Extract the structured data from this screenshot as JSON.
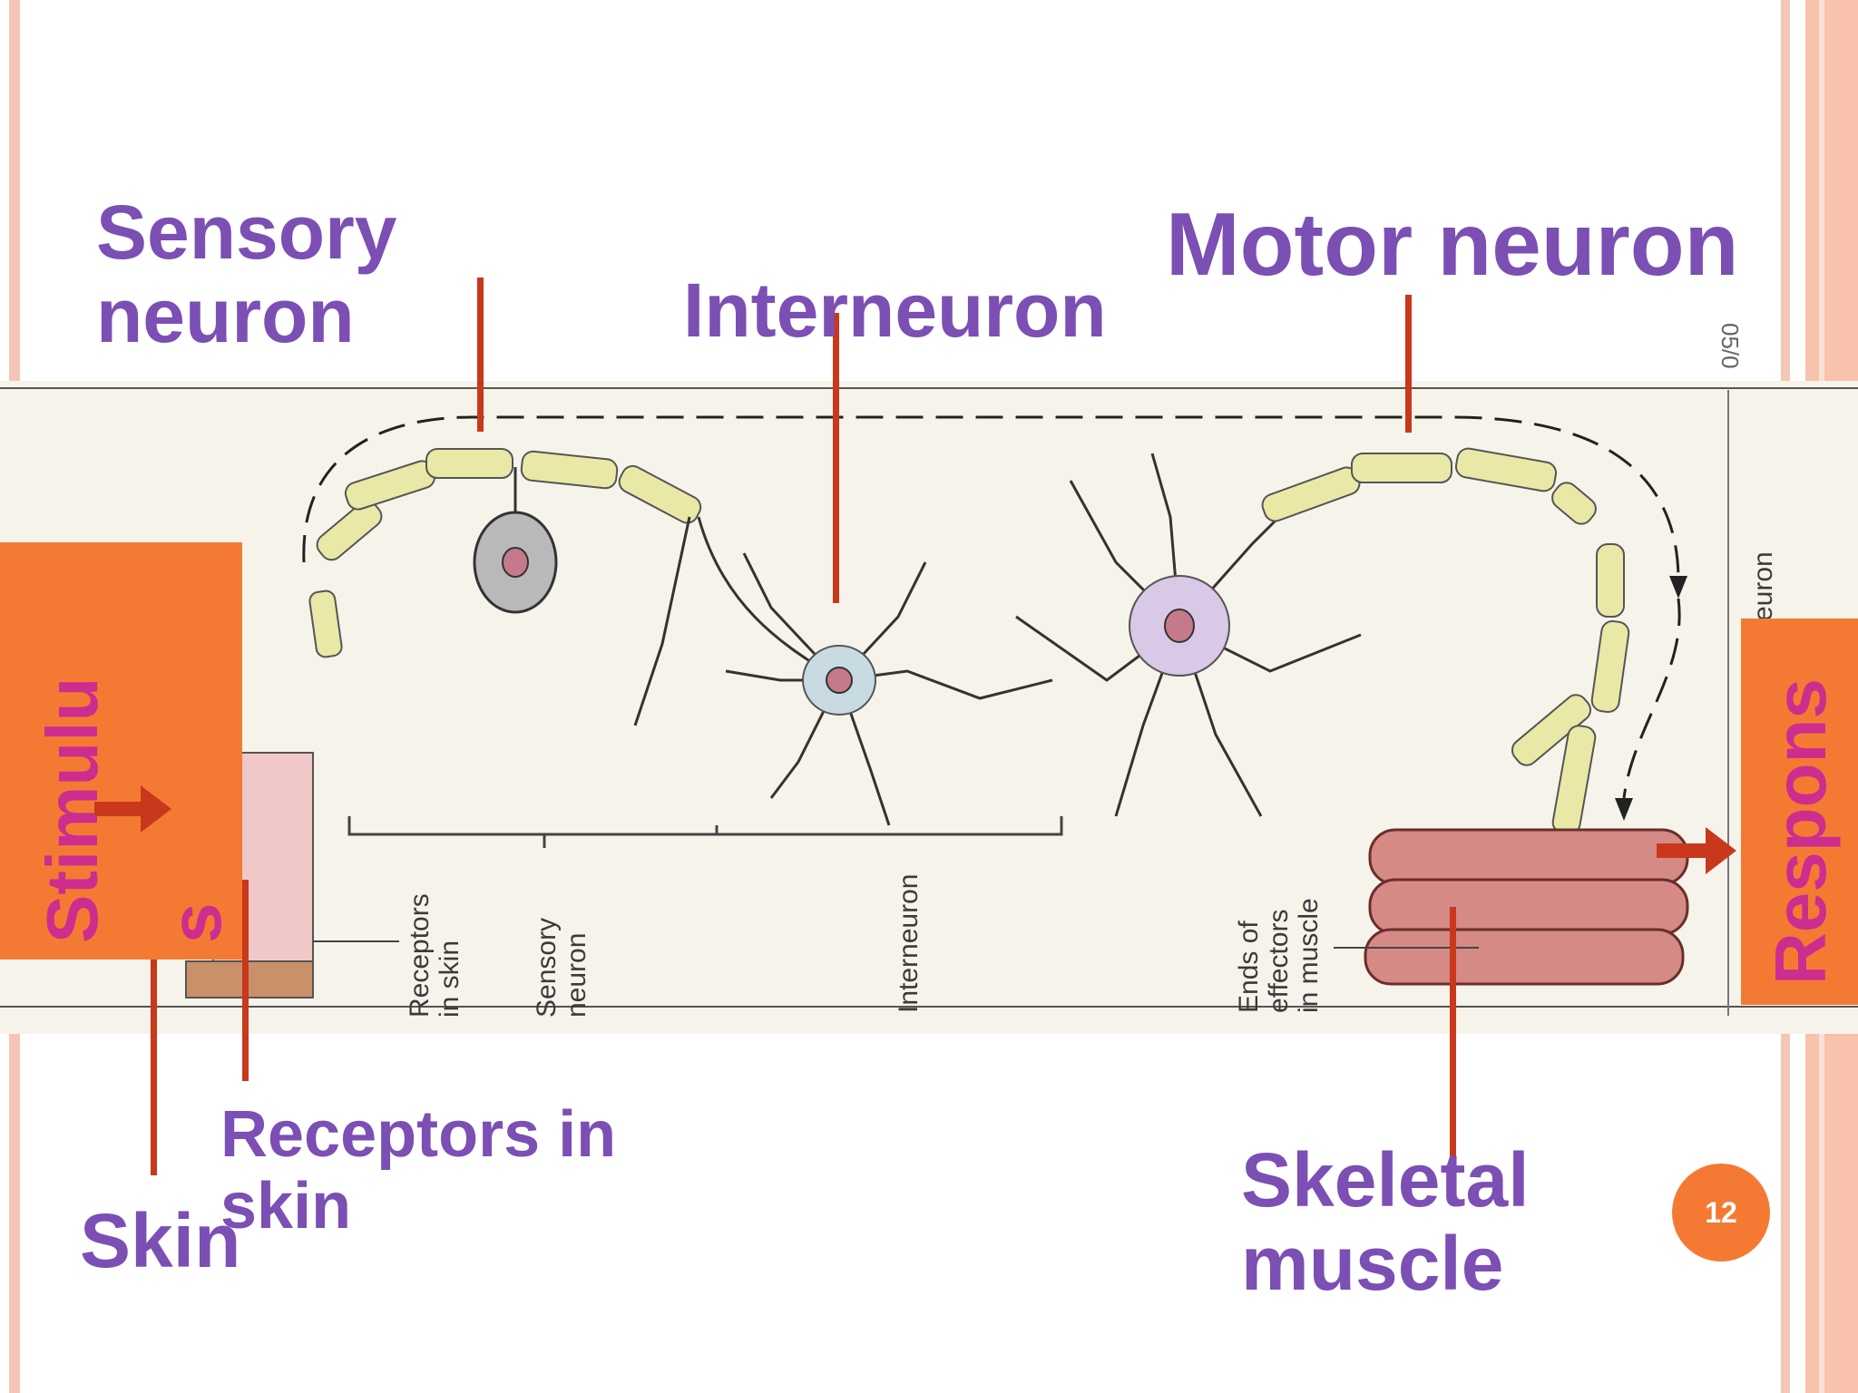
{
  "labels": {
    "sensory_neuron": "Sensory\nneuron",
    "interneuron": "Interneuron",
    "motor_neuron": "Motor neuron",
    "receptors_in_skin": "Receptors in\nskin",
    "skin": "Skin",
    "skeletal_muscle": "Skeletal\nmuscle"
  },
  "boxes": {
    "stimulus_line1": "Stimulu",
    "stimulus_line2": "s",
    "response": "Respons"
  },
  "figure_labels": {
    "receptors_in_skin": [
      "Receptors",
      "in skin"
    ],
    "sensory_neuron": [
      "Sensory",
      "neuron"
    ],
    "interneuron": "Interneuron",
    "ends_of_effectors": [
      "Ends of",
      "effectors",
      "in muscle"
    ],
    "motor_neuron_partial": "euron"
  },
  "slide": {
    "number": "12",
    "date_fragment": "05/0"
  },
  "colors": {
    "label_purple": "#7b4fb3",
    "box_orange": "#f47a33",
    "box_text_magenta": "#cc2d8e",
    "pointer_red": "#c9381a",
    "frame_peach": "#f6c6b4"
  }
}
